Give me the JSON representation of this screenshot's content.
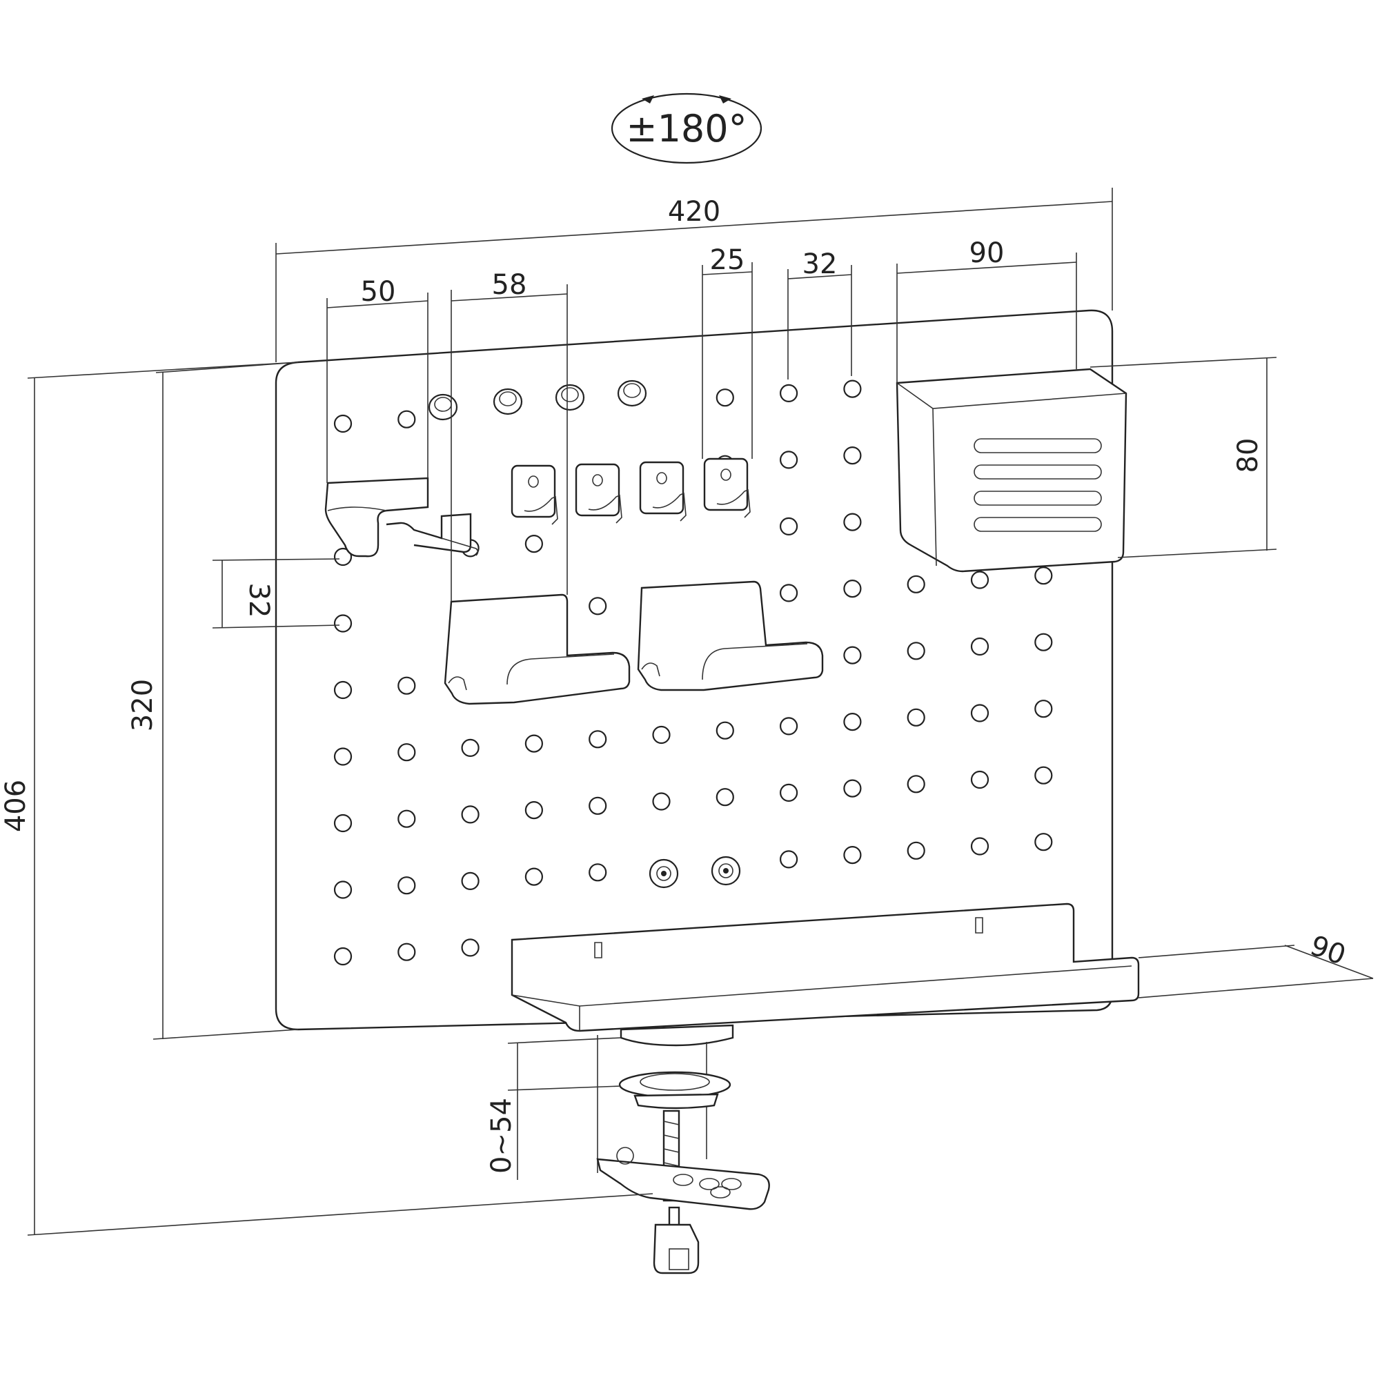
{
  "rotation_label": "±180°",
  "dimensions": {
    "total_width": "420",
    "hook_holder_width": "50",
    "headphone_holder_width": "58",
    "hook_width": "25",
    "hole_pitch_h": "32",
    "box_width": "90",
    "box_height": "80",
    "hole_pitch_v": "32",
    "panel_height": "320",
    "total_height": "406",
    "shelf_depth": "90",
    "clamp_range": "0~54"
  }
}
